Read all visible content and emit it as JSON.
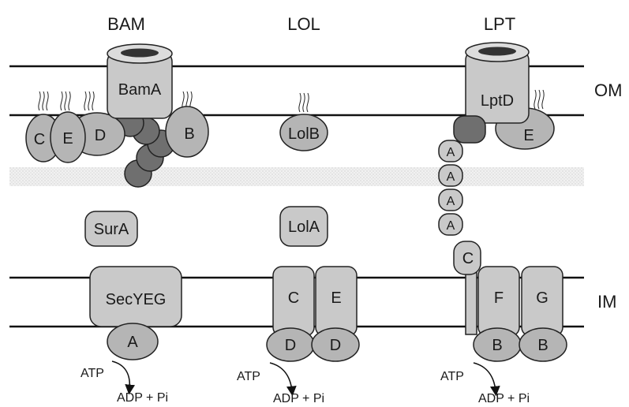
{
  "headers": {
    "bam": "BAM",
    "lol": "LOL",
    "lpt": "LPT"
  },
  "membranes": {
    "outer": "OM",
    "inner": "IM"
  },
  "bam": {
    "bamA": "BamA",
    "c": "C",
    "e": "E",
    "d": "D",
    "b": "B",
    "surA": "SurA",
    "secYEG": "SecYEG",
    "a": "A",
    "atp": "ATP",
    "adp": "ADP + Pi"
  },
  "lol": {
    "lolB": "LolB",
    "lolA": "LolA",
    "c": "C",
    "e": "E",
    "d1": "D",
    "d2": "D",
    "atp": "ATP",
    "adp": "ADP + Pi"
  },
  "lpt": {
    "lptD": "LptD",
    "e": "E",
    "a1": "A",
    "a2": "A",
    "a3": "A",
    "a4": "A",
    "c": "C",
    "f": "F",
    "g": "G",
    "b1": "B",
    "b2": "B",
    "atp": "ATP",
    "adp": "ADP + Pi"
  }
}
